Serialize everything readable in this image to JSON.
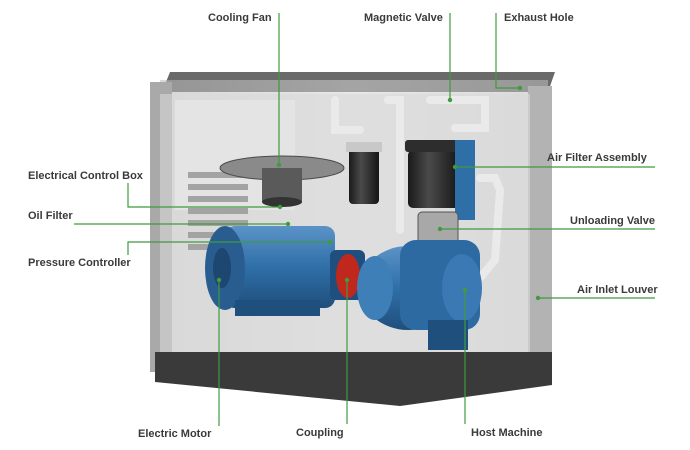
{
  "labels": {
    "cooling_fan": "Cooling Fan",
    "magnetic_valve": "Magnetic Valve",
    "exhaust_hole": "Exhaust Hole",
    "electrical_control_box": "Electrical Control Box",
    "oil_filter": "Oil Filter",
    "pressure_controller": "Pressure Controller",
    "air_filter_assembly": "Air Filter Assembly",
    "unloading_valve": "Unloading Valve",
    "air_inlet_louver": "Air Inlet Louver",
    "electric_motor": "Electric Motor",
    "coupling": "Coupling",
    "host_machine": "Host Machine"
  },
  "colors": {
    "leader_line": "#3f9b3f",
    "motor_blue": "#2f6fa8",
    "cabinet_grey": "#c9c9c9",
    "base_dark": "#3a3a3a"
  }
}
